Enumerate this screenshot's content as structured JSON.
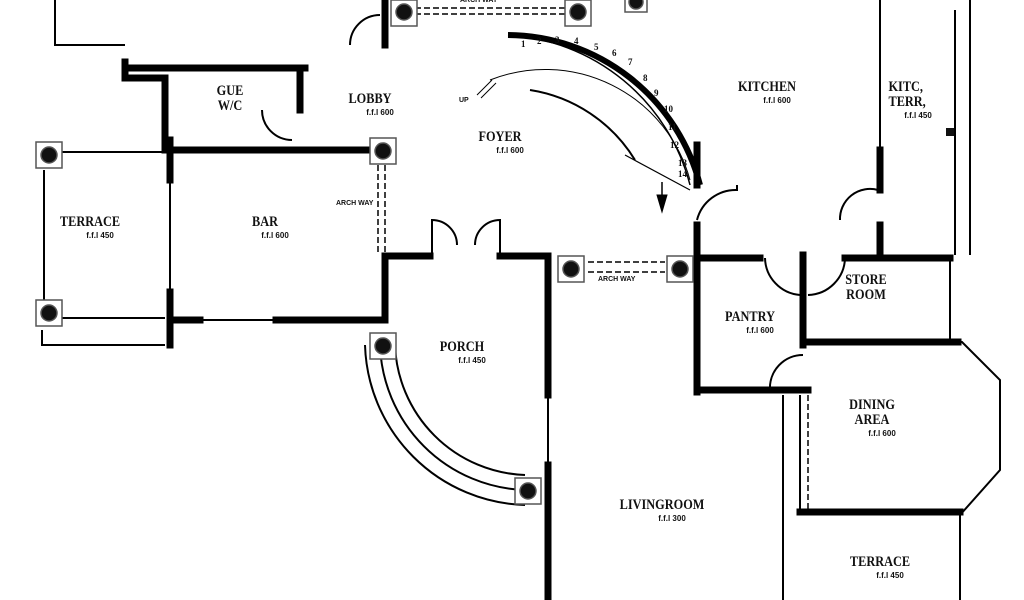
{
  "rooms": [
    {
      "name": "GUE",
      "name2": "W/C",
      "ffl": ""
    },
    {
      "name": "LOBBY",
      "ffl": "f.f.l 600"
    },
    {
      "name": "FOYER",
      "ffl": "f.f.l 600"
    },
    {
      "name": "KITCHEN",
      "ffl": "f.f.l 600"
    },
    {
      "name": "KITC,",
      "name2": "TERR,",
      "ffl": "f.f.l 450"
    },
    {
      "name": "TERRACE",
      "ffl": "f.f.l 450"
    },
    {
      "name": "BAR",
      "ffl": "f.f.l 600"
    },
    {
      "name": "PORCH",
      "ffl": "f.f.l 450"
    },
    {
      "name": "PANTRY",
      "ffl": "f.f.l 600"
    },
    {
      "name": "STORE",
      "name2": "ROOM",
      "ffl": ""
    },
    {
      "name": "DINING",
      "name2": "AREA",
      "ffl": "f.f.l 600"
    },
    {
      "name": "LIVINGROOM",
      "ffl": "f.f.l 300"
    },
    {
      "name": "TERRACE",
      "ffl": "f.f.l 450"
    }
  ],
  "annotations": {
    "arch_way": "ARCH WAY",
    "up": "UP"
  },
  "stairs": {
    "steps": [
      "1",
      "2",
      "3",
      "4",
      "5",
      "6",
      "7",
      "8",
      "9",
      "10",
      "11",
      "12",
      "13",
      "14"
    ]
  }
}
